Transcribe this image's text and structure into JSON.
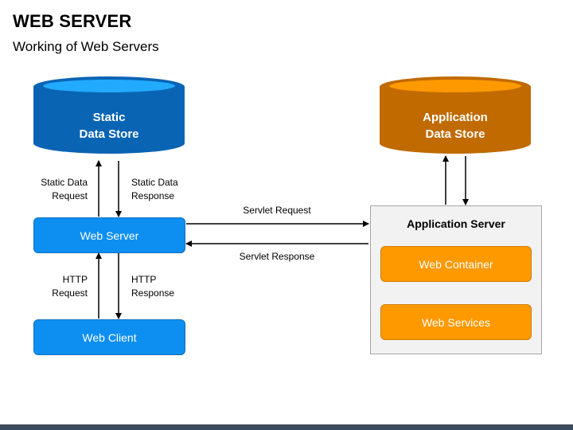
{
  "title": "WEB SERVER",
  "subtitle": "Working of Web Servers",
  "colors": {
    "blue": "#0d8ff2",
    "blue_dark": "#0a64b4",
    "orange": "#ff9900",
    "orange_dark": "#c86b00",
    "panel": "#f2f2f2"
  },
  "nodes": {
    "static_store": {
      "line1": "Static",
      "line2": "Data Store"
    },
    "app_store": {
      "line1": "Application",
      "line2": "Data Store"
    },
    "web_server": "Web Server",
    "web_client": "Web Client",
    "app_server": "Application Server",
    "web_container": "Web Container",
    "web_services": "Web Services"
  },
  "labels": {
    "static_request": {
      "line1": "Static Data",
      "line2": "Request"
    },
    "static_response": {
      "line1": "Static Data",
      "line2": "Response"
    },
    "http_request": {
      "line1": "HTTP",
      "line2": "Request"
    },
    "http_response": {
      "line1": "HTTP",
      "line2": "Response"
    },
    "servlet_request": "Servlet Request",
    "servlet_response": "Servlet Response"
  }
}
